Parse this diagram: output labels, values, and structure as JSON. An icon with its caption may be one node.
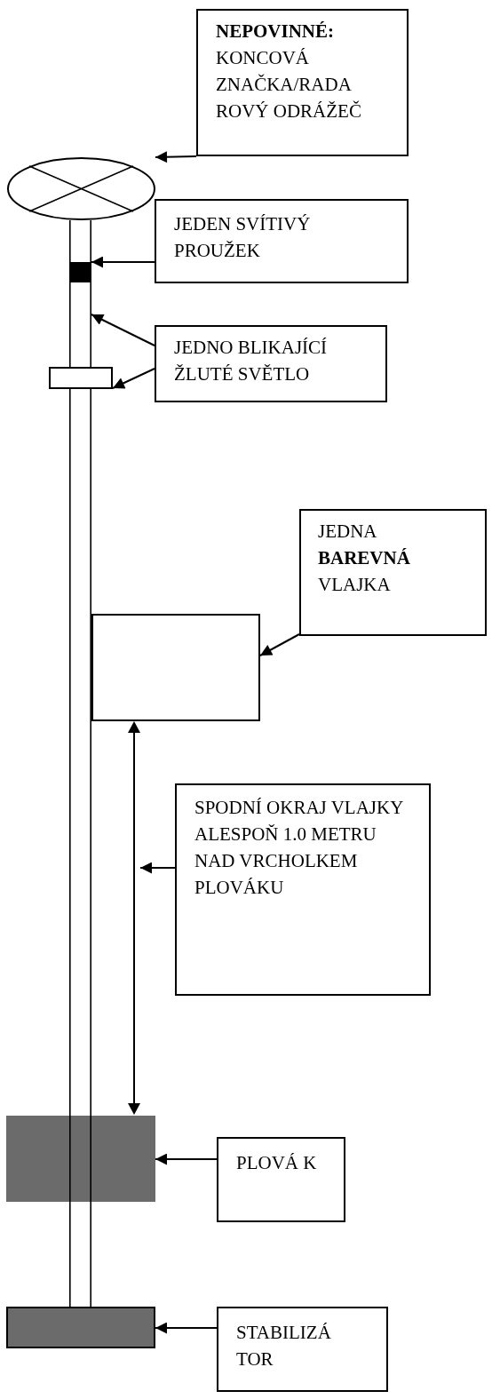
{
  "diagram": {
    "nodes": [
      {
        "text": [
          "NEPOVINNÉ:",
          "KONCOVÁ ZNAČKA/RADA ROVÝ ODRÁŽEČ"
        ]
      },
      {
        "text": [],
        "shape": "ellipse"
      },
      {
        "text": [],
        "shape": "pole"
      },
      {
        "text": [
          "JEDEN SVÍTIVÝ PROUŽEK"
        ]
      },
      {
        "text": [],
        "shape": "bar",
        "in": 2
      },
      {
        "text": [
          "JEDNO BLIKAJÍCÍ ŽLUTÉ SVĚTLO"
        ]
      },
      {
        "text": [],
        "shape": "box"
      },
      {
        "text": [
          "JEDNA **BAREVNÁ** VLAJKA"
        ]
      },
      {
        "text": [],
        "shape": "box"
      },
      {
        "text": [
          "SPODNÍ OKRAJ VLAJKY ALESPOŇ 1.0 METRU NAD VRCHOLKEM PLOVÁKU"
        ]
      },
      {
        "text": [],
        "shape": "box"
      },
      {
        "text": [
          "PLOVÁ K"
        ]
      },
      {
        "text": [],
        "shape": "box"
      },
      {
        "text": [
          "STABILIZÁ TOR"
        ]
      },
      {
        "text": [],
        "shape": "arrow"
      }
    ],
    "edges": [
      {
        "from": 0,
        "to": 1,
        "arrow": "to"
      },
      {
        "from": 3,
        "to": 4,
        "arrow": "to"
      },
      {
        "from": 5,
        "to": 2,
        "arrow": "to"
      },
      {
        "from": 5,
        "to": 6,
        "arrow": "to"
      },
      {
        "from": 7,
        "to": 8,
        "arrow": "to"
      },
      {
        "from": 9,
        "to": 14,
        "arrow": "to"
      },
      {
        "from": 11,
        "to": 10,
        "arrow": "to"
      },
      {
        "from": 13,
        "to": 12,
        "arrow": "to"
      }
    ]
  }
}
